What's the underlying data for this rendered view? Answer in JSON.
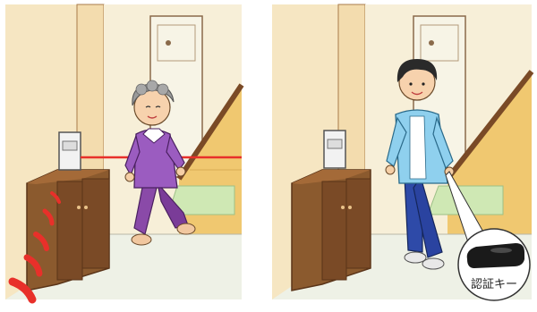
{
  "panels": [
    {
      "id": "left",
      "subject": "elderly-woman",
      "sensor_beam_color": "#e8302a",
      "signal_color": "#e8302a"
    },
    {
      "id": "right",
      "subject": "young-man",
      "callout": {
        "label": "認証キー",
        "icon": "key-fob-icon"
      }
    }
  ],
  "colors": {
    "wall": "#f6e6c2",
    "floor": "#eef1e6",
    "door": "#f7f4e6",
    "cabinet": "#7a4a26",
    "mat": "#cfe8b4",
    "stair": "#f0c870"
  }
}
